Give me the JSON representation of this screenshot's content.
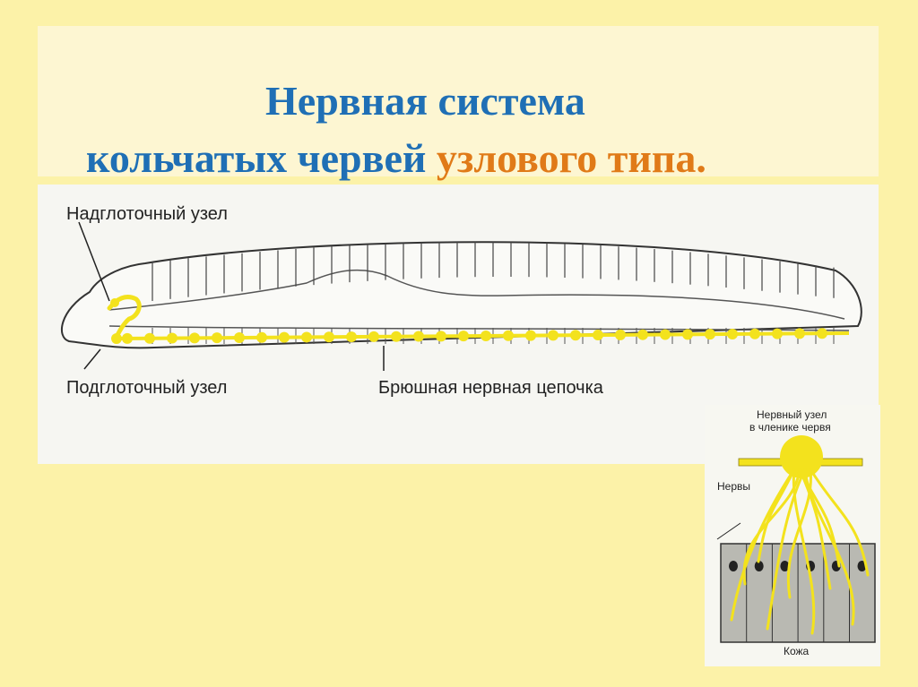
{
  "slide": {
    "title_line1": "Нервная система",
    "title_line2_main": "кольчатых червей",
    "title_line2_highlight": "узлового типа.",
    "title_color": "#1f6fb5",
    "highlight_color": "#e07a18",
    "background_color": "#fcf2a8"
  },
  "worm_diagram": {
    "label_supraglottal": "Надглоточный узел",
    "label_subglottal": "Подглоточный узел",
    "label_ventral_chain": "Брюшная нервная цепочка",
    "nerve_color": "#f3e21d"
  },
  "segment_diagram": {
    "label_ganglion_line1": "Нервный узел",
    "label_ganglion_line2": "в членике червя",
    "label_nerves": "Нервы",
    "label_skin": "Кожа"
  }
}
